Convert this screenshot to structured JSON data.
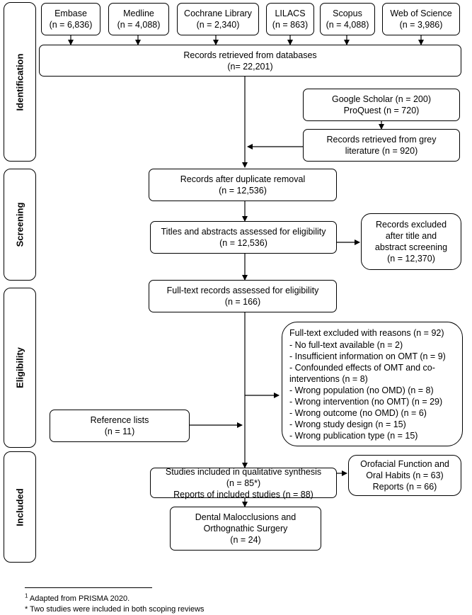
{
  "stages": {
    "identification": "Identification",
    "screening": "Screening",
    "eligibility": "Eligibility",
    "included": "Included"
  },
  "databases": [
    {
      "name": "Embase",
      "count": "(n = 6,836)"
    },
    {
      "name": "Medline",
      "count": "(n = 4,088)"
    },
    {
      "name": "Cochrane Library",
      "count": "(n = 2,340)"
    },
    {
      "name": "LILACS",
      "count": "(n = 863)"
    },
    {
      "name": "Scopus",
      "count": "(n = 4,088)"
    },
    {
      "name": "Web of Science",
      "count": "(n = 3,986)"
    }
  ],
  "records_retrieved": {
    "label": "Records retrieved from databases",
    "count": "(n= 22,201)"
  },
  "grey_sources": {
    "line1": "Google Scholar (n = 200)",
    "line2": "ProQuest (n = 720)"
  },
  "grey_literature": {
    "line1": "Records retrieved from grey",
    "line2": "literature (n = 920)"
  },
  "duplicates_removed": {
    "label": "Records after duplicate removal",
    "count": "(n = 12,536)"
  },
  "titles_abstracts": {
    "label": "Titles and abstracts assessed for eligibility",
    "count": "(n = 12,536)"
  },
  "excluded_screening": {
    "line1": "Records excluded",
    "line2": "after title and",
    "line3": "abstract screening",
    "line4": "(n = 12,370)"
  },
  "full_text": {
    "label": "Full-text records assessed for eligibility",
    "count": "(n = 166)"
  },
  "full_text_excluded": {
    "header": "Full-text excluded with reasons (n = 92)",
    "reasons": [
      "- No full-text available (n = 2)",
      "- Insufficient information on OMT (n = 9)",
      "- Confounded effects of OMT and co-",
      "interventions (n = 8)",
      "- Wrong population (no OMD) (n = 8)",
      "- Wrong intervention (no OMT) (n = 29)",
      "- Wrong outcome (no OMD) (n = 6)",
      "- Wrong study design (n = 15)",
      "- Wrong publication type (n = 15)"
    ]
  },
  "reference_lists": {
    "label": "Reference lists",
    "count": "(n = 11)"
  },
  "included_studies": {
    "line1": "Studies included in qualitative synthesis",
    "line2": "(n = 85*)",
    "line3": "Reports of included studies (n = 88)"
  },
  "orofacial": {
    "line1": "Orofacial Function and",
    "line2": "Oral Habits (n = 63)",
    "line3": "Reports (n = 66)"
  },
  "malocclusions": {
    "line1": "Dental Malocclusions and",
    "line2": "Orthognathic Surgery",
    "line3": "(n = 24)"
  },
  "footnotes": {
    "mark": "1",
    "note1": " Adapted from PRISMA 2020.",
    "note2": "* Two studies were included in both scoping reviews"
  }
}
